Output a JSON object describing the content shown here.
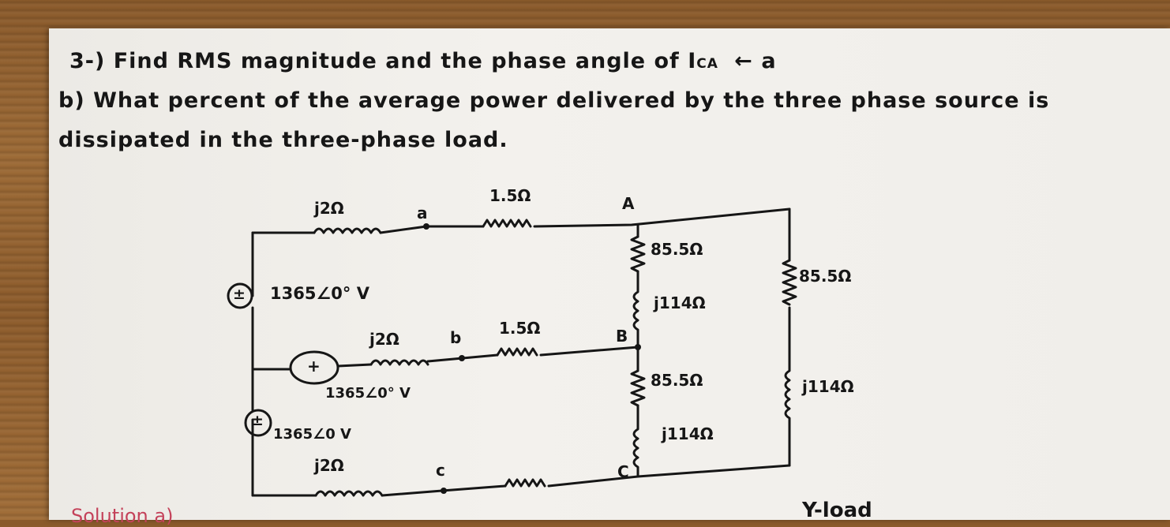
{
  "problem": {
    "line1": "3-) Find RMS magnitude and the phase angle of I",
    "line1_sub": "CA",
    "line1_suffix": "← a",
    "line2": "b) What percent of the average power delivered by the three phase source is",
    "line3": "dissipated in the three-phase load."
  },
  "circuit": {
    "source_line_impedance": "j2Ω",
    "line_resistance": "1.5Ω",
    "source_voltage_a": "1365∠0° V",
    "source_voltage_b": "1365∠0° V",
    "source_voltage_c": "1365∠0 V",
    "node_a": "a",
    "node_b": "b",
    "node_c": "c",
    "node_A": "A",
    "node_B": "B",
    "node_C": "C",
    "load_resistance": "85.5Ω",
    "load_reactance": "j114Ω",
    "plus_sign": "±",
    "plus_minus_b": "+"
  },
  "footer": {
    "solution_label": "Solution a)",
    "yload_label": "Y-load"
  },
  "colors": {
    "ink": "#161616",
    "paper": "#f0eeea",
    "red_margin": "#c4425a"
  }
}
